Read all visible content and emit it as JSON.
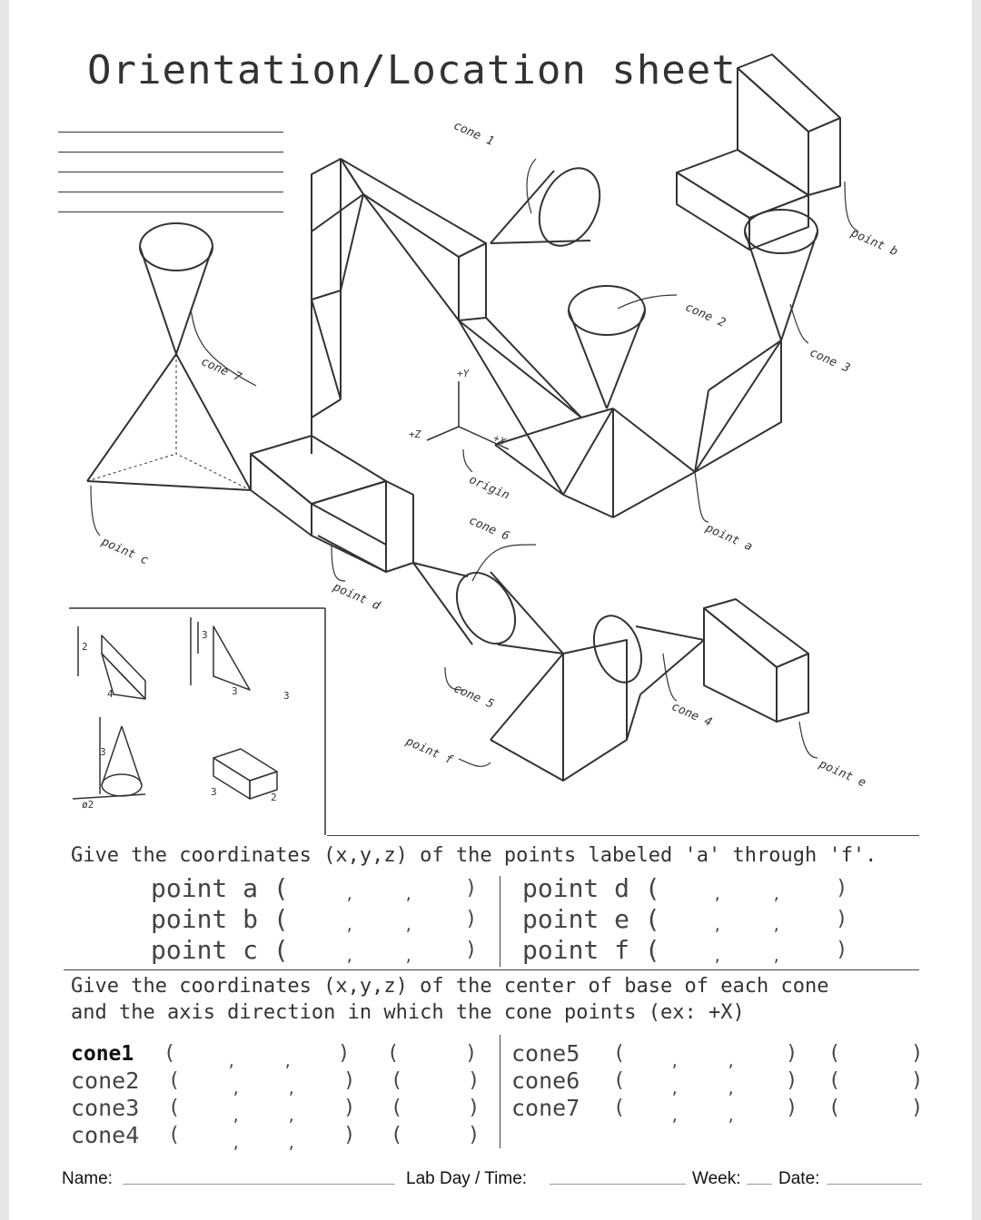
{
  "title": "Orientation/Location sheet",
  "labels": {
    "cone1": "cone 1",
    "cone2": "cone 2",
    "cone3": "cone 3",
    "cone4": "cone 4",
    "cone5": "cone 5",
    "cone6": "cone 6",
    "cone7": "cone 7",
    "point_a": "point a",
    "point_b": "point b",
    "point_c": "point c",
    "point_d": "point d",
    "point_e": "point e",
    "point_f": "point f",
    "origin": "origin",
    "plus_y": "+Y",
    "plus_x": "+X",
    "plus_z": "+Z"
  },
  "legend": {
    "dims": [
      "2",
      "4",
      "3",
      "3",
      "3",
      "3",
      "ø2",
      "3",
      "2"
    ]
  },
  "question1": {
    "text": "Give the coordinates (x,y,z) of the points labeled 'a' through 'f'.",
    "left": [
      "point a (",
      "point b (",
      "point c ("
    ],
    "right": [
      "point d (",
      "point e (",
      "point f ("
    ]
  },
  "question2": {
    "line1": "Give the coordinates (x,y,z) of the center of base of each cone",
    "line2": "and the axis direction in which the cone points (ex: +X)",
    "left": [
      "cone1",
      "cone2",
      "cone3",
      "cone4"
    ],
    "right": [
      "cone5",
      "cone6",
      "cone7"
    ]
  },
  "footer": {
    "name": "Name:",
    "lab_day": "Lab Day / Time:",
    "week": "Week:",
    "date": "Date:"
  }
}
